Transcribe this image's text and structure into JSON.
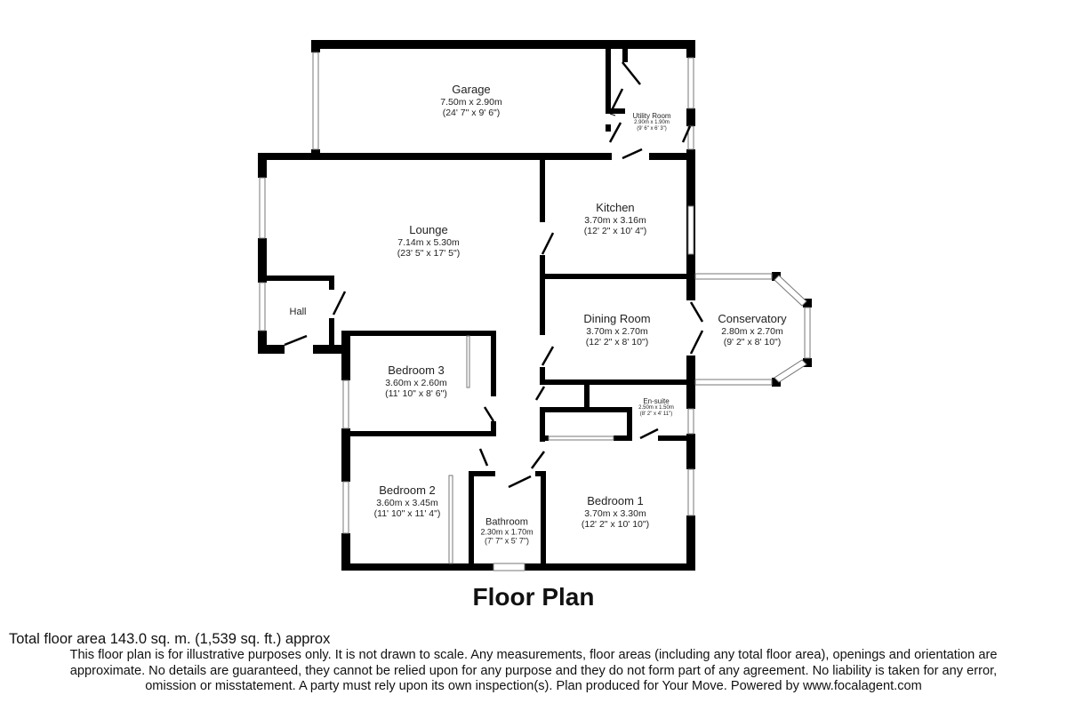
{
  "plan": {
    "title": "Floor Plan",
    "wall_color": "#000000",
    "window_color": "#888888",
    "rooms": [
      {
        "id": "garage",
        "name": "Garage",
        "metric": "7.50m x 2.90m",
        "imperial": "(24' 7\" x 9' 6\")"
      },
      {
        "id": "utility",
        "name": "Utility Room",
        "metric": "2.90m x 1.90m",
        "imperial": "(9' 6\" x 6' 3\")"
      },
      {
        "id": "lounge",
        "name": "Lounge",
        "metric": "7.14m x 5.30m",
        "imperial": "(23' 5\" x 17' 5\")"
      },
      {
        "id": "kitchen",
        "name": "Kitchen",
        "metric": "3.70m x 3.16m",
        "imperial": "(12' 2\" x 10' 4\")"
      },
      {
        "id": "hall",
        "name": "Hall",
        "metric": "",
        "imperial": ""
      },
      {
        "id": "dining",
        "name": "Dining Room",
        "metric": "3.70m x 2.70m",
        "imperial": "(12' 2\" x 8' 10\")"
      },
      {
        "id": "conservatory",
        "name": "Conservatory",
        "metric": "2.80m x 2.70m",
        "imperial": "(9' 2\" x 8' 10\")"
      },
      {
        "id": "bedroom3",
        "name": "Bedroom 3",
        "metric": "3.60m x 2.60m",
        "imperial": "(11' 10\" x 8' 6\")"
      },
      {
        "id": "ensuite",
        "name": "En-suite",
        "metric": "2.50m x 1.50m",
        "imperial": "(8' 2\" x 4' 11\")"
      },
      {
        "id": "bedroom2",
        "name": "Bedroom 2",
        "metric": "3.60m x 3.45m",
        "imperial": "(11' 10\" x 11' 4\")"
      },
      {
        "id": "bathroom",
        "name": "Bathroom",
        "metric": "2.30m x 1.70m",
        "imperial": "(7' 7\" x 5' 7\")"
      },
      {
        "id": "bedroom1",
        "name": "Bedroom 1",
        "metric": "3.70m x 3.30m",
        "imperial": "(12' 2\" x 10' 10\")"
      }
    ]
  },
  "footer": {
    "total_area": "Total floor area 143.0 sq. m. (1,539 sq. ft.) approx",
    "disclaimer_line1": "This floor plan is for illustrative purposes only. It is not drawn to scale. Any measurements, floor areas (including any total floor area), openings and orientation are",
    "disclaimer_line2": "approximate. No details are guaranteed, they cannot be relied upon for any purpose and they do not form part of any agreement. No liability is taken for any error,",
    "disclaimer_line3": "omission or misstatement. A party must rely upon its own inspection(s). Plan produced for Your Move. Powered by www.focalagent.com"
  }
}
